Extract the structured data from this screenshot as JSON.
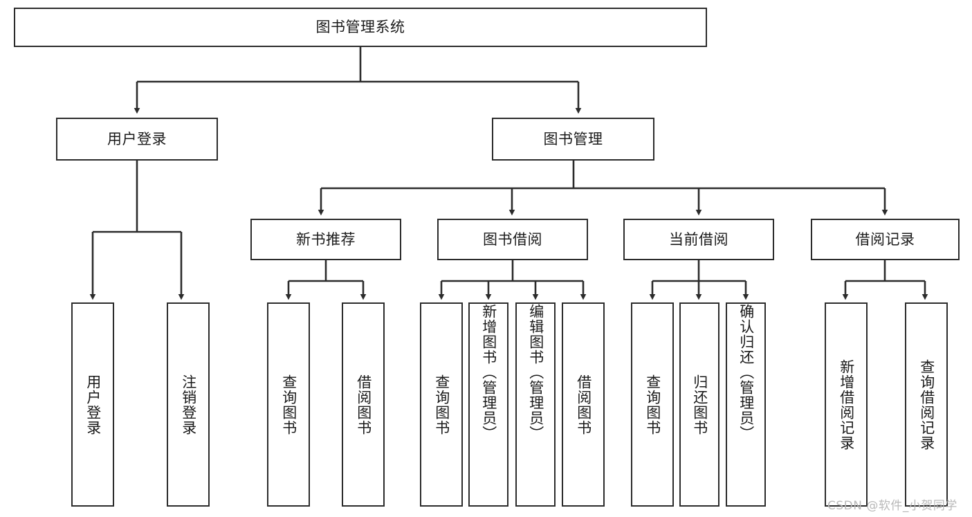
{
  "diagram": {
    "type": "tree",
    "title": "图书管理系统",
    "watermark": "CSDN @软件_小贺同学",
    "colors": {
      "stroke": "#2b2b2b",
      "fill": "#ffffff",
      "text": "#1a1a1a",
      "watermark": "#b9b9b9"
    },
    "levels": {
      "root": {
        "label": "图书管理系统"
      },
      "level2": [
        {
          "label": "用户登录"
        },
        {
          "label": "图书管理"
        }
      ],
      "level3": [
        {
          "label": "新书推荐"
        },
        {
          "label": "图书借阅"
        },
        {
          "label": "当前借阅"
        },
        {
          "label": "借阅记录"
        }
      ],
      "leaves": {
        "user_login": [
          {
            "label": "用户登录"
          },
          {
            "label": "注销登录"
          }
        ],
        "new_book_recommend": [
          {
            "label": "查询图书"
          },
          {
            "label": "借阅图书"
          }
        ],
        "book_borrow": [
          {
            "label": "查询图书"
          },
          {
            "label": "新增图书（管理员）"
          },
          {
            "label": "编辑图书（管理员）"
          },
          {
            "label": "借阅图书"
          }
        ],
        "current_borrow": [
          {
            "label": "查询图书"
          },
          {
            "label": "归还图书"
          },
          {
            "label": "确认归还（管理员）"
          }
        ],
        "borrow_record": [
          {
            "label": "新增借阅记录"
          },
          {
            "label": "查询借阅记录"
          }
        ]
      }
    }
  }
}
